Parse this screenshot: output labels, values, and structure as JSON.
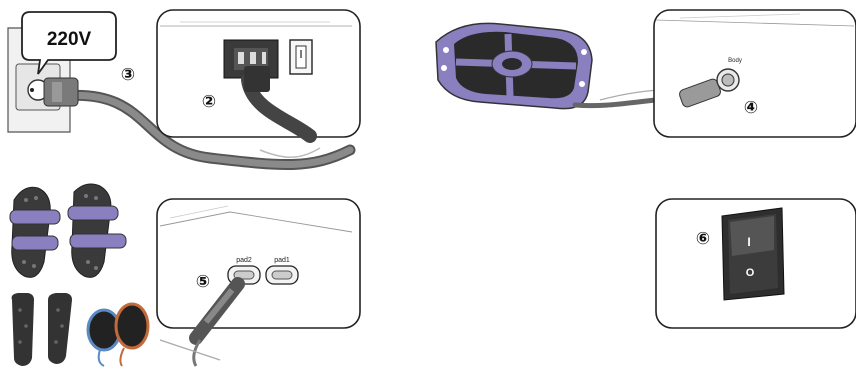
{
  "callout": {
    "voltage": "220V"
  },
  "steps": {
    "s2": "②",
    "s3": "③",
    "s4": "④",
    "s5": "⑤",
    "s6": "⑥"
  },
  "ports": {
    "body": "Body",
    "pad2": "pad2",
    "pad1": "pad1"
  },
  "switch": {
    "on": "I",
    "off": "O"
  }
}
